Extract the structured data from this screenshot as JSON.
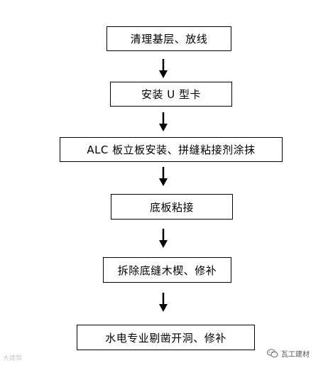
{
  "flowchart": {
    "steps": [
      "清理基层、放线",
      "安装 U 型卡",
      "ALC 板立板安装、拼缝粘接剂涂抹",
      "底板粘接",
      "拆除底缝木楔、修补",
      "水电专业剔凿开洞、修补"
    ]
  },
  "watermarks": {
    "left": "大建筑",
    "right": "瓦工建材"
  },
  "icons": {
    "arrow": "arrow-down-icon",
    "watermark": "chat-bubbles-icon"
  },
  "colors": {
    "line": "#000000",
    "background": "#ffffff",
    "watermark_left": "#c8c8c8"
  }
}
